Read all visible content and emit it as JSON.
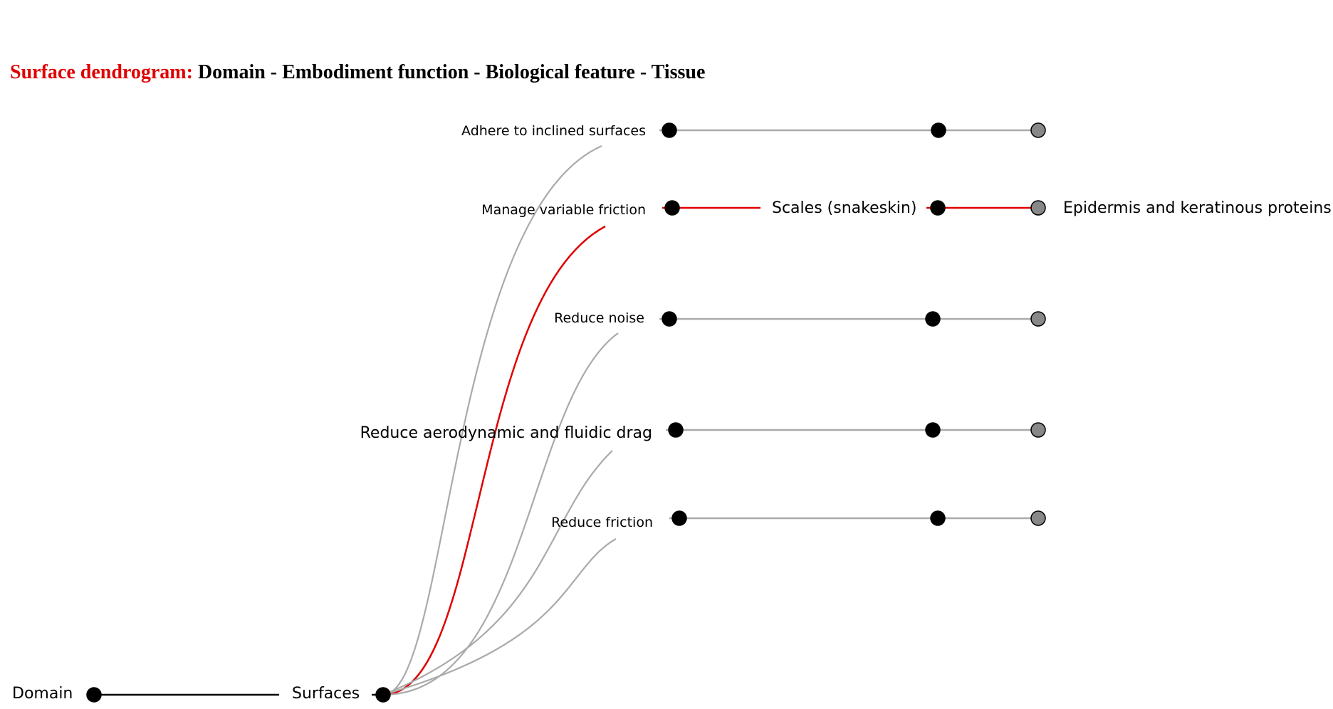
{
  "title": {
    "highlight": "Surface dendrogram:",
    "rest": "Domain - Embodiment function - Biological feature - Tissue"
  },
  "root": {
    "label": "Domain",
    "child_label": "Surfaces"
  },
  "functions": [
    {
      "label": "Adhere to inclined surfaces",
      "feature": "",
      "tissue": "",
      "highlighted": false
    },
    {
      "label": "Manage variable friction",
      "feature": "Scales (snakeskin)",
      "tissue": "Epidermis and keratinous proteins",
      "highlighted": true
    },
    {
      "label": "Reduce noise",
      "feature": "",
      "tissue": "",
      "highlighted": false
    },
    {
      "label": "Reduce aerodynamic and fluidic drag",
      "feature": "",
      "tissue": "",
      "highlighted": false
    },
    {
      "label": "Reduce friction",
      "feature": "",
      "tissue": "",
      "highlighted": false
    }
  ],
  "colors": {
    "highlight": "#e00000",
    "branch": "#aaaaaa",
    "root_line": "#000000",
    "node": "#000000",
    "tissue_node": "#888888"
  }
}
